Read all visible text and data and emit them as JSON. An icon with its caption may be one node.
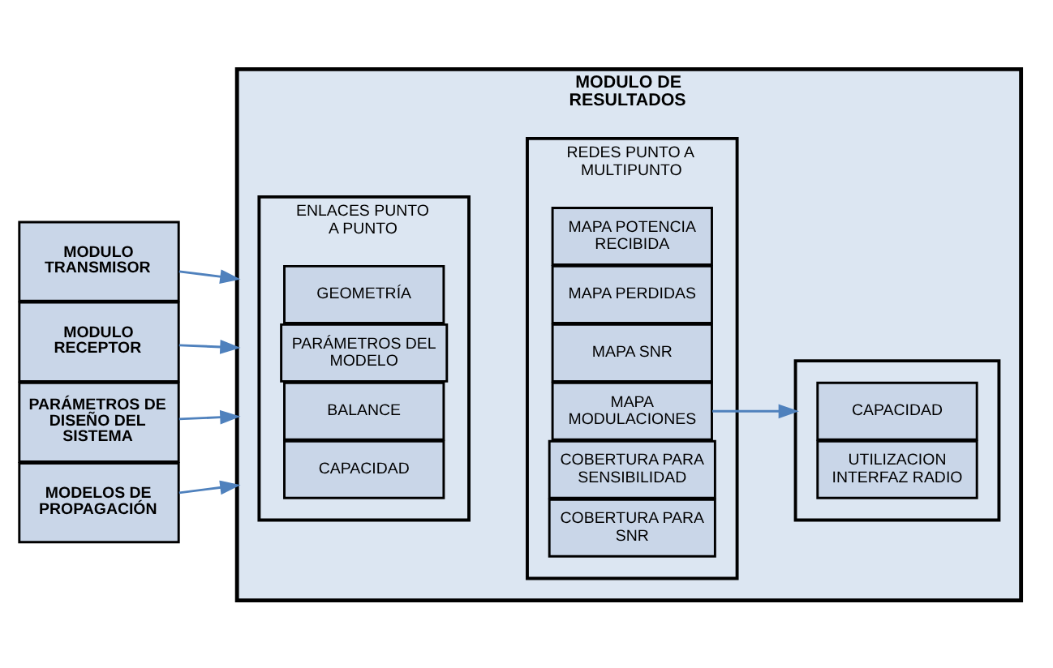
{
  "diagram": {
    "nodes": [
      {
        "text": [
          "MODULO TRANSMISOR"
        ]
      },
      {
        "text": [
          "MODULO RECEPTOR"
        ]
      },
      {
        "text": [
          "PARÁMETROS DE DISEÑO DEL SISTEMA"
        ]
      },
      {
        "text": [
          "MODELOS DE PROPAGACIÓN"
        ]
      },
      {
        "text": [
          "MODULO DE RESULTADOS"
        ]
      },
      {
        "text": [
          "ENLACES PUNTO A PUNTO"
        ],
        "in": 4
      },
      {
        "text": [
          "GEOMETRÍA"
        ],
        "in": 5
      },
      {
        "text": [
          "PARÁMETROS DEL MODELO"
        ],
        "in": 5
      },
      {
        "text": [
          "BALANCE"
        ],
        "in": 5
      },
      {
        "text": [
          "CAPACIDAD"
        ],
        "in": 5
      },
      {
        "text": [
          "REDES PUNTO A MULTIPUNTO"
        ],
        "in": 4
      },
      {
        "text": [
          "MAPA POTENCIA RECIBIDA"
        ],
        "in": 10
      },
      {
        "text": [
          "MAPA PERDIDAS"
        ],
        "in": 10
      },
      {
        "text": [
          "MAPA SNR"
        ],
        "in": 10
      },
      {
        "text": [
          "MAPA MODULACIONES"
        ],
        "in": 10
      },
      {
        "text": [
          "COBERTURA PARA SENSIBILIDAD"
        ],
        "in": 10
      },
      {
        "text": [
          "COBERTURA PARA SNR"
        ],
        "in": 10
      },
      {
        "text": [],
        "shape": "box",
        "in": 4
      },
      {
        "text": [
          "CAPACIDAD"
        ],
        "in": 17
      },
      {
        "text": [
          "UTILIZACION INTERFAZ RADIO"
        ],
        "in": 17
      }
    ],
    "edges": [
      {
        "from": 0,
        "to": 4,
        "arrow": "to"
      },
      {
        "from": 1,
        "to": 4,
        "arrow": "to"
      },
      {
        "from": 2,
        "to": 4,
        "arrow": "to"
      },
      {
        "from": 3,
        "to": 4,
        "arrow": "to"
      },
      {
        "from": 14,
        "to": 17,
        "arrow": "to"
      }
    ]
  }
}
